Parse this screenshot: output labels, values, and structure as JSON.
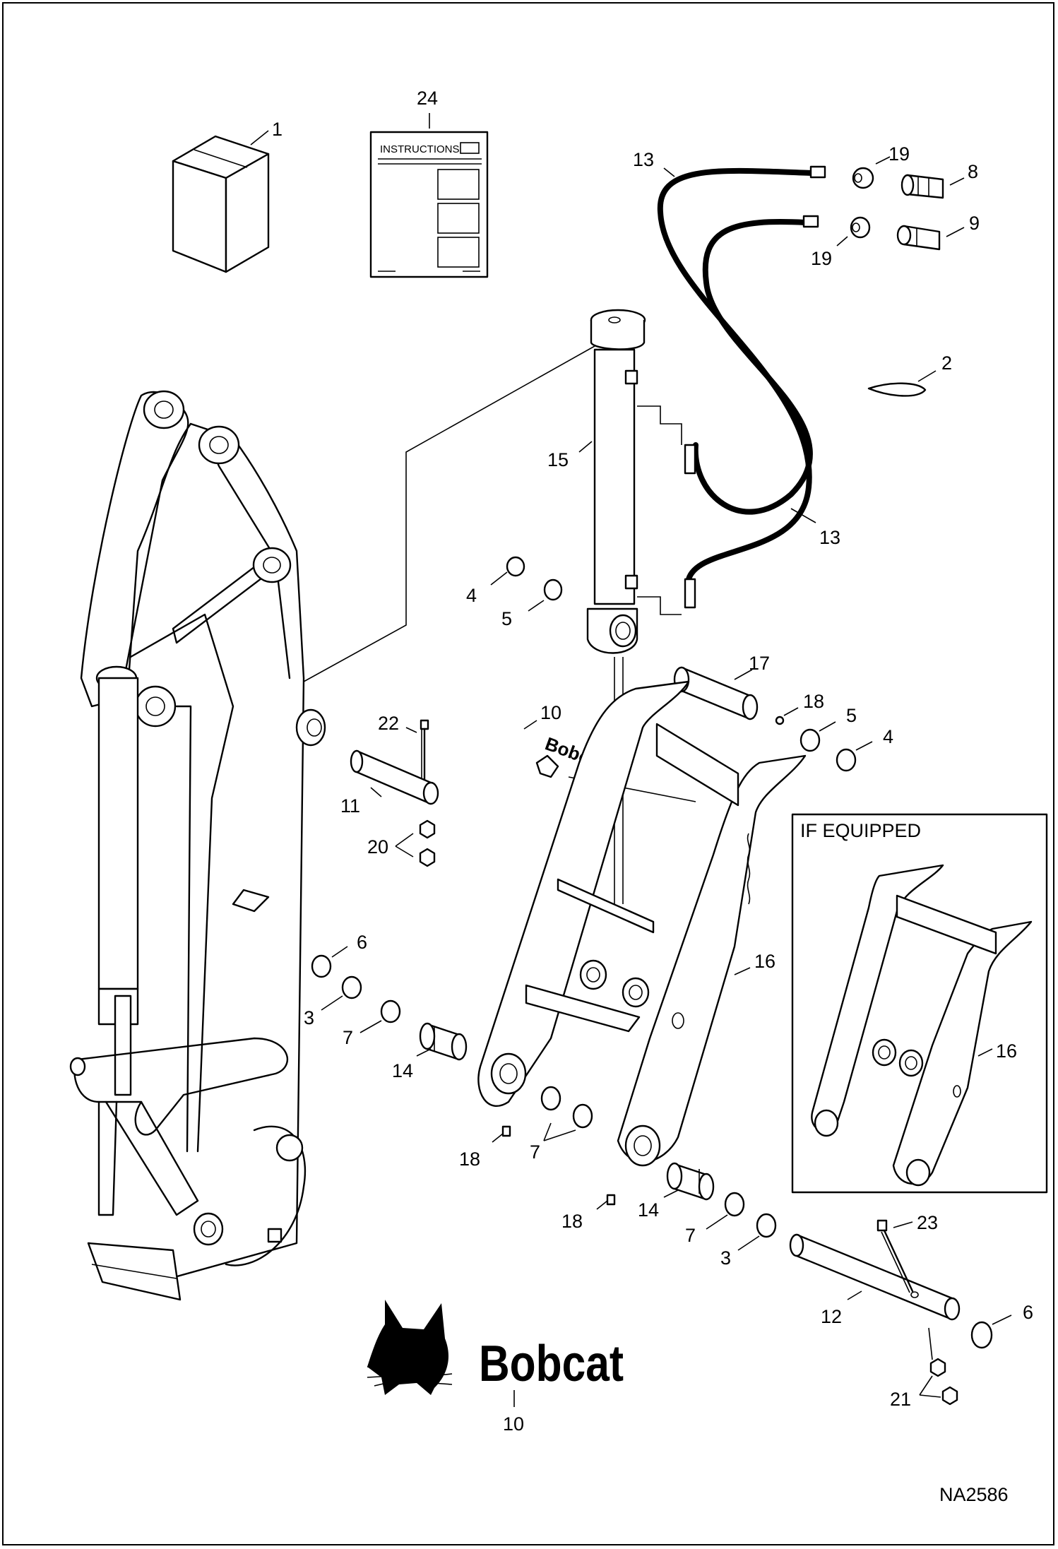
{
  "diagram": {
    "drawing_id": "NA2586",
    "inset_title": "IF EQUIPPED",
    "instructions_label": "INSTRUCTIONS",
    "brand_text": "Bobcat",
    "callouts": {
      "c1": "1",
      "c2": "2",
      "c3a": "3",
      "c3b": "3",
      "c4a": "4",
      "c4b": "4",
      "c5a": "5",
      "c5b": "5",
      "c6a": "6",
      "c6b": "6",
      "c7a": "7",
      "c7b": "7",
      "c7c": "7",
      "c8": "8",
      "c9": "9",
      "c10a": "10",
      "c10b": "10",
      "c11": "11",
      "c12": "12",
      "c13a": "13",
      "c13b": "13",
      "c14a": "14",
      "c14b": "14",
      "c15": "15",
      "c16a": "16",
      "c16b": "16",
      "c17": "17",
      "c18a": "18",
      "c18b": "18",
      "c18c": "18",
      "c19a": "19",
      "c19b": "19",
      "c20": "20",
      "c21": "21",
      "c22": "22",
      "c23": "23",
      "c24": "24"
    }
  }
}
